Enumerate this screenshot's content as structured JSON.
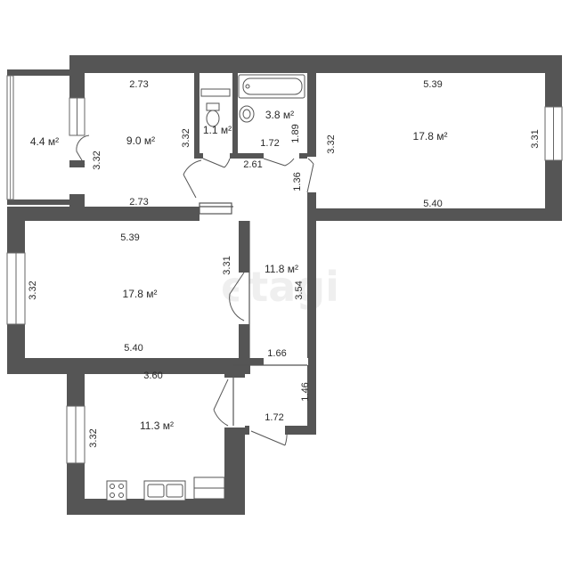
{
  "watermark": "etagi",
  "rooms": {
    "balcony": {
      "area": "4.4 м²"
    },
    "room_small": {
      "area": "9.0 м²",
      "dims": [
        "2.73",
        "3.32",
        "3.32",
        "2.73"
      ]
    },
    "toilet": {
      "area": "1.1 м²"
    },
    "bathroom": {
      "area": "3.8 м²",
      "dims": [
        "1.72",
        "1.89"
      ]
    },
    "room_top_right": {
      "area": "17.8 м²",
      "dims": [
        "5.39",
        "3.32",
        "3.31",
        "5.40"
      ]
    },
    "hall_top": {
      "dims": [
        "2.61",
        "1.36"
      ]
    },
    "room_middle_left": {
      "area": "17.8 м²",
      "dims": [
        "5.39",
        "3.32",
        "3.31",
        "5.40"
      ]
    },
    "corridor": {
      "area": "11.8 м²",
      "dims": [
        "3.54",
        "1.66"
      ]
    },
    "kitchen": {
      "area": "11.3 м²",
      "dims": [
        "3.60",
        "3.32"
      ]
    },
    "entrance": {
      "dims": [
        "1.46",
        "1.72"
      ]
    }
  }
}
